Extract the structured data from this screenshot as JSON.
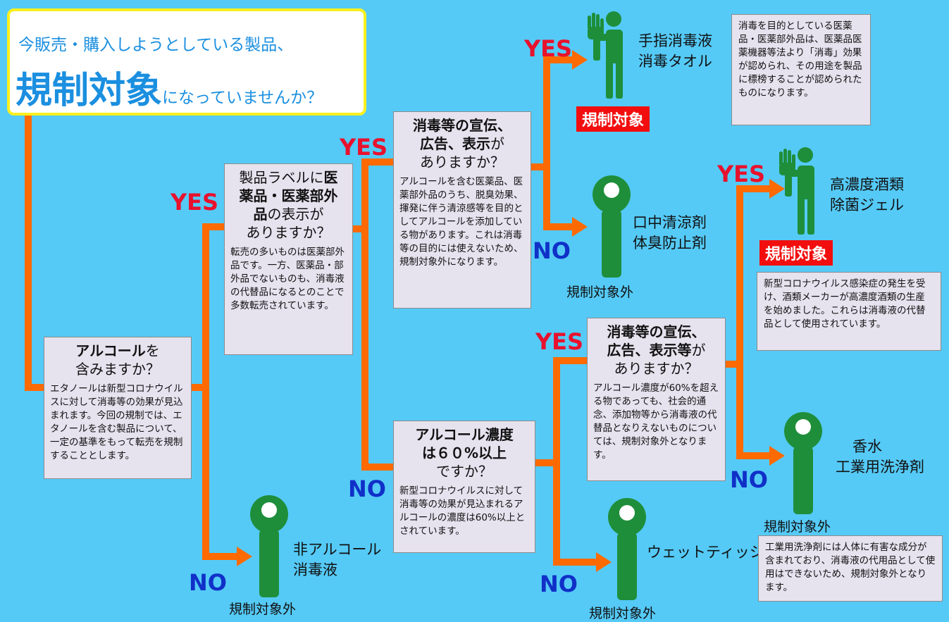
{
  "title": {
    "line1": "今販売・購入しようとしている製品、",
    "line2_big": "規制対象",
    "line2_rest": "になっていませんか？"
  },
  "q_alcohol": {
    "bold": "アルコール",
    "rest1": "を",
    "line2": "含みますか？",
    "note": "エタノールは新型コロナウイルスに対して消毒等の効果が見込まれます。今回の規制では、エタノールを含む製品について、一定の基準をもって転売を規制することとします。"
  },
  "q_label": {
    "line1_pre": "製品ラベルに",
    "line1_bold": "医",
    "line2_bold": "薬品・医薬部外",
    "line3_bold": "品",
    "line3_rest": "の表示が",
    "line4": "ありますか？",
    "note": "転売の多いものは医薬部外品です。一方、医薬品・部外品でないものも、消毒液の代替品になるとのことで多数転売されています。"
  },
  "q_ad1": {
    "line1_bold": "消毒等の宣伝、",
    "line2_bold": "広告、表示",
    "line2_rest": "が",
    "line3": "ありますか？",
    "note": "アルコールを含む医薬品、医薬部外品のうち、脱臭効果、揮発に伴う清涼感等を目的としてアルコールを添加している物があります。これは消毒等の目的には使えないため、規制対象外になります。"
  },
  "q_conc": {
    "line1_bold": "アルコール濃度",
    "line2_bold": "は６０%以上",
    "line3": "ですか？",
    "note": "新型コロナウイルスに対して消毒等の効果が見込まれるアルコールの濃度は60%以上とされています。"
  },
  "q_ad2": {
    "line1_bold": "消毒等の宣伝、",
    "line2_bold": "広告、表示等",
    "line2_rest": "が",
    "line3": "ありますか？",
    "note": "アルコール濃度が60%を超える物であっても、社会的通念、添加物等から消毒液の代替品となりえないものについては、規制対象外となります。"
  },
  "labels": {
    "yes": "YES",
    "no": "NO",
    "regulated": "規制対象",
    "not_regulated": "規制対象外"
  },
  "outcomes": {
    "hand_sanitizer": [
      "手指消毒液",
      "消毒タオル"
    ],
    "mouthwash": [
      "口中清涼剤",
      "体臭防止剤"
    ],
    "high_conc_liquor": [
      "高濃度酒類",
      "除菌ジェル"
    ],
    "perfume": [
      "香水",
      "工業用洗浄剤"
    ],
    "wet_tissue": "ウェットティッシュ",
    "non_alcohol": [
      "非アルコール",
      "消毒液"
    ]
  },
  "notes": {
    "regulated_top": "消毒を目的としている医薬品・医薬部外品は、医薬品医薬機器等法より「消毒」効果が認められ、その用途を製品に標榜することが認められたものになります。",
    "liquor": "新型コロナウイルス感染症の発生を受け、酒類メーカーが高濃度酒類の生産を始めました。これらは消毒液の代替品として使用されています。",
    "industrial": "工業用洗浄剤には人体に有害な成分が含まれており、消毒液の代用品として使用はできないため、規制対象外となります。"
  },
  "colors": {
    "background": "#55CAF7",
    "arrow": "#FF6A00",
    "figure": "#1F8E3A",
    "yes": "#E8112D",
    "no": "#1030C8",
    "badge": "#F20E0E",
    "title_text": "#1B8FE0",
    "title_border": "#FAF01E"
  }
}
